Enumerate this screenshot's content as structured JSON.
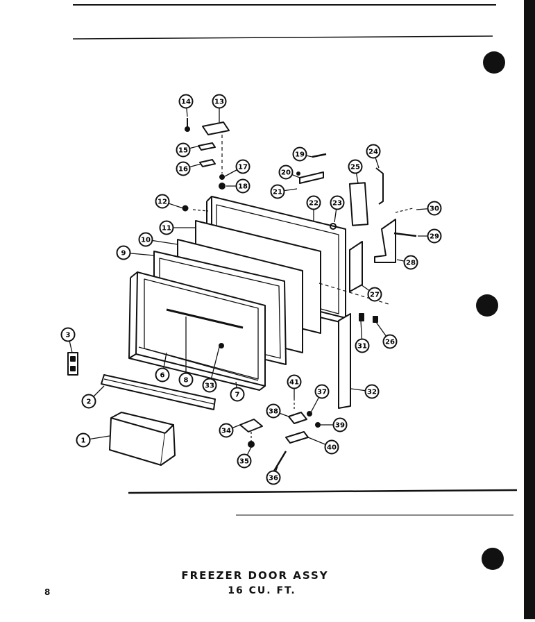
{
  "title": "FREEZER DOOR ASSY",
  "subtitle": "16 CU. FT.",
  "page_number": "8",
  "colors": {
    "ink": "#111111",
    "paper": "#ffffff"
  },
  "callouts": [
    "1",
    "2",
    "3",
    "6",
    "7",
    "8",
    "9",
    "10",
    "11",
    "12",
    "13",
    "14",
    "15",
    "16",
    "17",
    "18",
    "19",
    "20",
    "21",
    "22",
    "23",
    "24",
    "25",
    "26",
    "27",
    "28",
    "29",
    "30",
    "31",
    "32",
    "33",
    "34",
    "35",
    "36",
    "37",
    "38",
    "39",
    "40",
    "41"
  ]
}
